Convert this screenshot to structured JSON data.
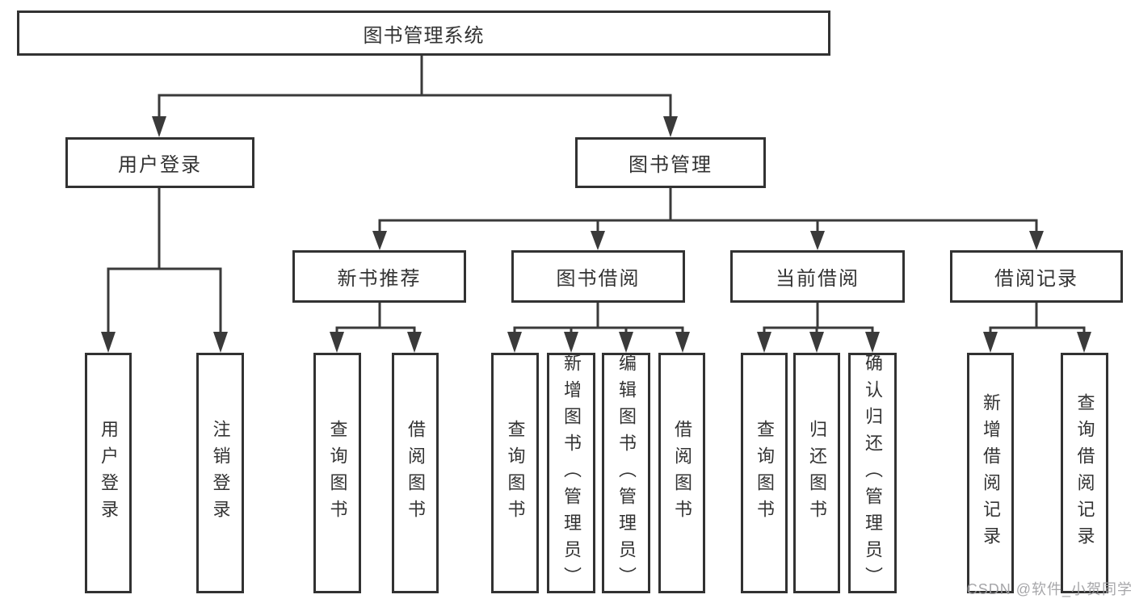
{
  "tree": {
    "label": "图书管理系统",
    "children": [
      {
        "label": "用户登录",
        "children": [
          {
            "label": "用户登录"
          },
          {
            "label": "注销登录"
          }
        ]
      },
      {
        "label": "图书管理",
        "children": [
          {
            "label": "新书推荐",
            "children": [
              {
                "label": "查询图书"
              },
              {
                "label": "借阅图书"
              }
            ]
          },
          {
            "label": "图书借阅",
            "children": [
              {
                "label": "查询图书"
              },
              {
                "label": "新增图书（管理员）"
              },
              {
                "label": "编辑图书（管理员）"
              },
              {
                "label": "借阅图书"
              }
            ]
          },
          {
            "label": "当前借阅",
            "children": [
              {
                "label": "查询图书"
              },
              {
                "label": "归还图书"
              },
              {
                "label": "确认归还（管理员）"
              }
            ]
          },
          {
            "label": "借阅记录",
            "children": [
              {
                "label": "新增借阅记录"
              },
              {
                "label": "查询借阅记录"
              }
            ]
          }
        ]
      }
    ]
  },
  "watermark": "CSDN @软件_小贺同学",
  "colors": {
    "border": "#323232",
    "line": "#3a3a3a",
    "text": "#333333",
    "watermark": "#9e9ea2",
    "background": "#ffffff"
  }
}
